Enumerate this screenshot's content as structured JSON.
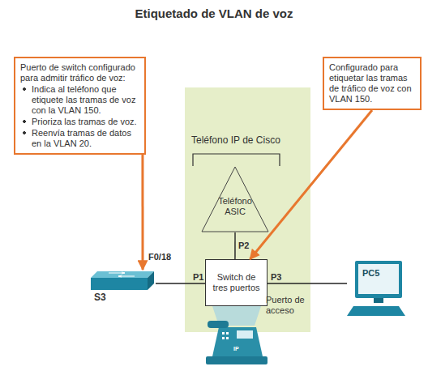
{
  "diagram": {
    "title": "Etiquetado de VLAN de voz",
    "nodes": [
      {
        "text": [
          "Puerto de switch configurado para admitir tráfico de voz:",
          "Indica al teléfono que etiquete las tramas de voz con la VLAN 150.",
          "Prioriza las tramas de voz.",
          "Reenvía tramas de datos en la VLAN 20."
        ]
      },
      {
        "text": [
          "Configurado para etiquetar las tramas de tráfico de voz con VLAN 150."
        ]
      },
      {
        "text": [
          "Teléfono IP de Cisco"
        ]
      },
      {
        "text": [
          "Teléfono ASIC"
        ],
        "in": 2
      },
      {
        "text": [
          "Switch de tres puertos"
        ],
        "in": 2
      },
      {
        "text": [
          "S3"
        ]
      },
      {
        "text": [
          "PC5"
        ]
      }
    ],
    "edges": [
      {
        "from": 0,
        "to": 5,
        "arrow": "to"
      },
      {
        "from": 1,
        "to": 4,
        "arrow": "to"
      },
      {
        "from": 3,
        "to": 4,
        "arrow": "none"
      },
      {
        "from": 5,
        "to": 4,
        "arrow": "none"
      },
      {
        "from": 4,
        "to": 6,
        "arrow": "none"
      }
    ],
    "labels": [
      "F0/18",
      "P1",
      "P2",
      "P3",
      "Puerto de acceso",
      "IP"
    ]
  }
}
